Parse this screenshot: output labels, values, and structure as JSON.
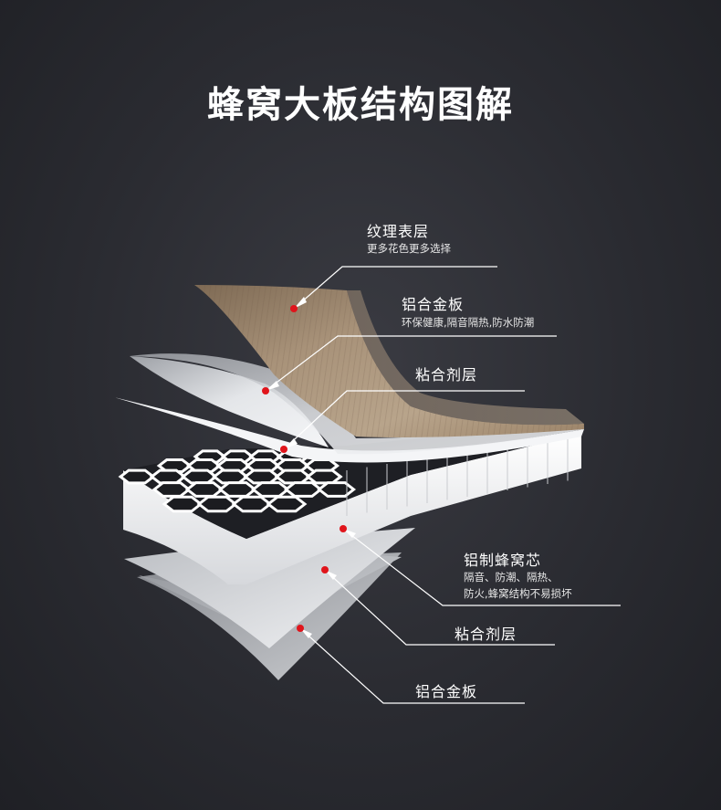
{
  "title": "蜂窝大板结构图解",
  "layers": {
    "texture": {
      "name": "纹理表层",
      "desc": "更多花色更多选择"
    },
    "aluminum_top": {
      "name": "铝合金板",
      "desc": "环保健康,隔音隔热,防水防潮"
    },
    "adhesive_top": {
      "name": "粘合剂层"
    },
    "honeycomb_core": {
      "name": "铝制蜂窝芯",
      "desc_line1": "隔音、防潮、隔热、",
      "desc_line2": "防火,蜂窝结构不易损坏"
    },
    "adhesive_bottom": {
      "name": "粘合剂层"
    },
    "aluminum_bottom": {
      "name": "铝合金板"
    }
  },
  "colors": {
    "background": "#2a2b31",
    "text": "#ffffff",
    "marker": "#e0141b",
    "leader": "#ffffff",
    "wood": "#a08a70",
    "aluminum": "#d8dadd",
    "honeycomb": "#ffffff"
  }
}
